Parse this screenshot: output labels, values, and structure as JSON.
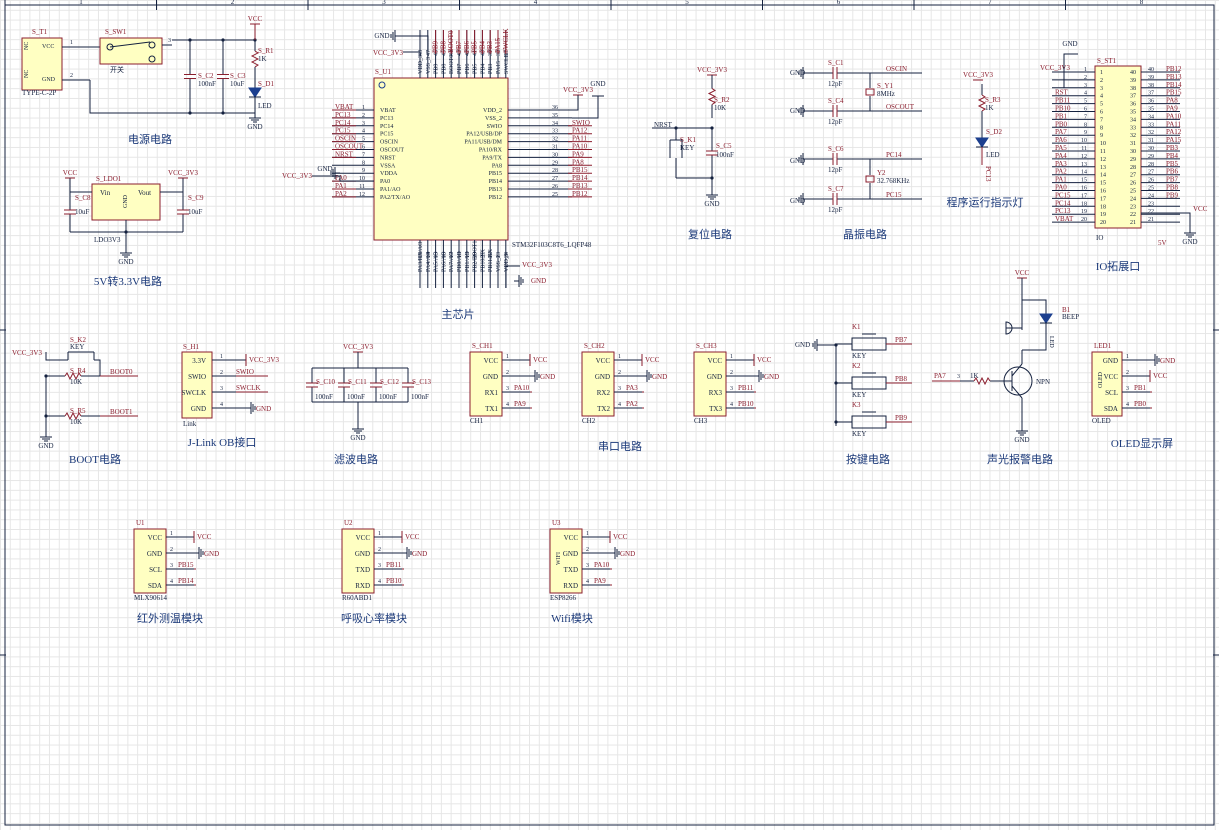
{
  "ruler_numbers": [
    "1",
    "2",
    "3",
    "4",
    "5",
    "6",
    "7",
    "8"
  ],
  "titles": {
    "power": "电源电路",
    "ldo": "5V转3.3V电路",
    "main": "主芯片",
    "reset": "复位电路",
    "crystal": "晶振电路",
    "run_led": "程序运行指示灯",
    "io": "IO拓展口",
    "boot": "BOOT电路",
    "jlink": "J-Link OB接口",
    "filter": "滤波电路",
    "serial": "串口电路",
    "keys": "按键电路",
    "alarm": "声光报警电路",
    "oled": "OLED显示屏",
    "ir_temp": "红外测温模块",
    "breath": "呼吸心率模块",
    "wifi": "Wifi模块"
  },
  "nets": {
    "vcc": "VCC",
    "vcc33": "VCC_3V3",
    "gnd": "GND",
    "v33": "3.3V",
    "nrst": "NRST",
    "oscin": "OSCIN",
    "oscout": "OSCOUT",
    "pc14": "PC14",
    "pc15": "PC15"
  },
  "power": {
    "conn_ref": "S_T1",
    "conn_value": "TYPE-C-2P",
    "conn_pins": [
      "VCC",
      "GND"
    ],
    "nc": "NC",
    "sw_ref": "S_SW1",
    "sw_value": "开关",
    "c2": "S_C2",
    "c2v": "100nF",
    "c3": "S_C3",
    "c3v": "10uF",
    "r1": "S_R1",
    "r1v": "1K",
    "d1": "S_D1",
    "d1v": "LED"
  },
  "ldo": {
    "ref": "S_LDO1",
    "value": "LDO3V3",
    "vin": "Vin",
    "vout": "Vout",
    "gnd": "GND",
    "c8": "S_C8",
    "c9": "S_C9",
    "cv": "10uF"
  },
  "mcu": {
    "ref": "S_U1",
    "value": "STM32F103C8T6_LQFP48",
    "left_pins": [
      {
        "num": "1",
        "name": "VBAT",
        "net": "VBAT"
      },
      {
        "num": "2",
        "name": "PC13",
        "net": "PC13"
      },
      {
        "num": "3",
        "name": "PC14",
        "net": "PC14"
      },
      {
        "num": "4",
        "name": "PC15",
        "net": "PC15"
      },
      {
        "num": "5",
        "name": "OSCIN",
        "net": "OSCIN"
      },
      {
        "num": "6",
        "name": "OSCOUT",
        "net": "OSCOUT"
      },
      {
        "num": "7",
        "name": "NRST",
        "net": "NRST"
      },
      {
        "num": "8",
        "name": "VSSA",
        "net": ""
      },
      {
        "num": "9",
        "name": "VDDA",
        "net": ""
      },
      {
        "num": "10",
        "name": "PA0",
        "net": "PA0"
      },
      {
        "num": "11",
        "name": "PA1/AO",
        "net": "PA1"
      },
      {
        "num": "12",
        "name": "PA2/TX/AO",
        "net": "PA2"
      }
    ],
    "right_pins": [
      {
        "num": "36",
        "name": "VDD_2",
        "net": ""
      },
      {
        "num": "35",
        "name": "VSS_2",
        "net": ""
      },
      {
        "num": "34",
        "name": "SWIO",
        "net": "SWIO"
      },
      {
        "num": "33",
        "name": "PA12/USB/DP",
        "net": "PA12"
      },
      {
        "num": "32",
        "name": "PA11/USB/DM",
        "net": "PA11"
      },
      {
        "num": "31",
        "name": "PA10/RX",
        "net": "PA10"
      },
      {
        "num": "30",
        "name": "PA9/TX",
        "net": "PA9"
      },
      {
        "num": "29",
        "name": "PA8",
        "net": "PA8"
      },
      {
        "num": "28",
        "name": "PB15",
        "net": "PB15"
      },
      {
        "num": "27",
        "name": "PB14",
        "net": "PB14"
      },
      {
        "num": "26",
        "name": "PB13",
        "net": "PB13"
      },
      {
        "num": "25",
        "name": "PB12",
        "net": "PB12"
      }
    ],
    "top_pins": [
      "VDD_3",
      "VSS_3",
      "PB9",
      "PB8",
      "BOOT0",
      "PB7",
      "PB6",
      "PB5",
      "PB4",
      "PB3",
      "PA15",
      "SWCLK"
    ],
    "top_nums": [
      "48",
      "47",
      "46",
      "45",
      "44",
      "43",
      "42",
      "41",
      "40",
      "39",
      "38",
      "37"
    ],
    "bottom_pins": [
      "PA3/RX/AO",
      "PA4/AO",
      "PA5/AO",
      "PA6/AO",
      "PA7/AO",
      "PB0/AO",
      "PB1/AO",
      "PB2/BOOT1",
      "PB10/TX",
      "PB11/RX",
      "VSS_1",
      "VDD_1"
    ],
    "bottom_nums": [
      "13",
      "14",
      "15",
      "16",
      "17",
      "18",
      "19",
      "20",
      "21",
      "22",
      "23",
      "24"
    ]
  },
  "reset": {
    "k": "S_K1",
    "kv": "KEY",
    "r": "S_R2",
    "rv": "10K",
    "c": "S_C5",
    "cv": "100nF"
  },
  "crystal": {
    "c1": "S_C1",
    "c4": "S_C4",
    "c6": "S_C6",
    "c7": "S_C7",
    "cv": "12pF",
    "y1": "S_Y1",
    "y1v": "8MHz",
    "y2": "Y2",
    "y2v": "32.768KHz"
  },
  "run_led": {
    "r": "S_R3",
    "rv": "1K",
    "d": "S_D2",
    "dv": "LED",
    "net": "PC13"
  },
  "io": {
    "ref": "S_ST1",
    "value": "IO",
    "left": [
      {
        "n": "1",
        "net": "VCC_3V3"
      },
      {
        "n": "2",
        "net": ""
      },
      {
        "n": "3",
        "net": ""
      },
      {
        "n": "4",
        "net": "RST"
      },
      {
        "n": "5",
        "net": "PB11"
      },
      {
        "n": "6",
        "net": "PB10"
      },
      {
        "n": "7",
        "net": "PB1"
      },
      {
        "n": "8",
        "net": "PB0"
      },
      {
        "n": "9",
        "net": "PA7"
      },
      {
        "n": "10",
        "net": "PA6"
      },
      {
        "n": "11",
        "net": "PA5"
      },
      {
        "n": "12",
        "net": "PA4"
      },
      {
        "n": "13",
        "net": "PA3"
      },
      {
        "n": "14",
        "net": "PA2"
      },
      {
        "n": "15",
        "net": "PA1"
      },
      {
        "n": "16",
        "net": "PA0"
      },
      {
        "n": "17",
        "net": "PC15"
      },
      {
        "n": "18",
        "net": "PC14"
      },
      {
        "n": "19",
        "net": "PC13"
      },
      {
        "n": "20",
        "net": "VBAT"
      }
    ],
    "right": [
      {
        "n": "40",
        "net": "PB12"
      },
      {
        "n": "39",
        "net": "PB13"
      },
      {
        "n": "38",
        "net": "PB14"
      },
      {
        "n": "37",
        "net": "PB15"
      },
      {
        "n": "36",
        "net": "PA8"
      },
      {
        "n": "35",
        "net": "PA9"
      },
      {
        "n": "34",
        "net": "PA10"
      },
      {
        "n": "33",
        "net": "PA11"
      },
      {
        "n": "32",
        "net": "PA12"
      },
      {
        "n": "31",
        "net": "PA15"
      },
      {
        "n": "30",
        "net": "PB3"
      },
      {
        "n": "29",
        "net": "PB4"
      },
      {
        "n": "28",
        "net": "PB5"
      },
      {
        "n": "27",
        "net": "PB6"
      },
      {
        "n": "26",
        "net": "PB7"
      },
      {
        "n": "25",
        "net": "PB8"
      },
      {
        "n": "24",
        "net": "PB9"
      },
      {
        "n": "23",
        "net": ""
      },
      {
        "n": "22",
        "net": ""
      },
      {
        "n": "21",
        "net": ""
      }
    ],
    "v5": "5V"
  },
  "boot": {
    "k": "S_K2",
    "kv": "KEY",
    "r4": "S_R4",
    "r5": "S_R5",
    "rv": "10K",
    "boot0": "BOOT0",
    "boot1": "BOOT1"
  },
  "jlink": {
    "ref": "S_H1",
    "value": "Link",
    "pins": [
      "3.3V",
      "SWIO",
      "SWCLK",
      "GND"
    ],
    "nets": [
      "VCC_3V3",
      "SWIO",
      "SWCLK",
      "GND"
    ]
  },
  "filter": {
    "caps": [
      "S_C10",
      "S_C11",
      "S_C12",
      "S_C13"
    ],
    "cv": "100nF"
  },
  "serial": [
    {
      "ref": "S_CH1",
      "value": "CH1",
      "pins": [
        "VCC",
        "GND",
        "RX1",
        "TX1"
      ],
      "nets": [
        "VCC",
        "GND",
        "PA10",
        "PA9"
      ]
    },
    {
      "ref": "S_CH2",
      "value": "CH2",
      "pins": [
        "VCC",
        "GND",
        "RX2",
        "TX2"
      ],
      "nets": [
        "VCC",
        "GND",
        "PA3",
        "PA2"
      ]
    },
    {
      "ref": "S_CH3",
      "value": "CH3",
      "pins": [
        "VCC",
        "GND",
        "RX3",
        "TX3"
      ],
      "nets": [
        "VCC",
        "GND",
        "PB11",
        "PB10"
      ]
    }
  ],
  "keys": [
    {
      "ref": "K1",
      "value": "KEY",
      "net": "PB7"
    },
    {
      "ref": "K2",
      "value": "KEY",
      "net": "PB8"
    },
    {
      "ref": "K3",
      "value": "KEY",
      "net": "PB9"
    }
  ],
  "alarm": {
    "buzzer": "B1",
    "bv": "BEEP",
    "led": "LED",
    "r": "1K",
    "q": "NPN",
    "net": "PA7"
  },
  "oled": {
    "ref": "LED1",
    "value": "OLED",
    "chip": "OLED",
    "pins": [
      "GND",
      "VCC",
      "SCL",
      "SDA"
    ],
    "nets": [
      "GND",
      "VCC",
      "PB1",
      "PB0"
    ]
  },
  "modules": [
    {
      "ref": "U1",
      "value": "MLX90614",
      "pins": [
        "VCC",
        "GND",
        "SCL",
        "SDA"
      ],
      "nets": [
        "VCC",
        "GND",
        "PB15",
        "PB14"
      ],
      "chip": ""
    },
    {
      "ref": "U2",
      "value": "R60ABD1",
      "pins": [
        "VCC",
        "GND",
        "TXD",
        "RXD"
      ],
      "nets": [
        "VCC",
        "GND",
        "PB11",
        "PB10"
      ],
      "chip": ""
    },
    {
      "ref": "U3",
      "value": "ESP8266",
      "pins": [
        "VCC",
        "GND",
        "TXD",
        "RXD"
      ],
      "nets": [
        "VCC",
        "GND",
        "PA10",
        "PA9"
      ],
      "chip": "WIFI"
    }
  ]
}
